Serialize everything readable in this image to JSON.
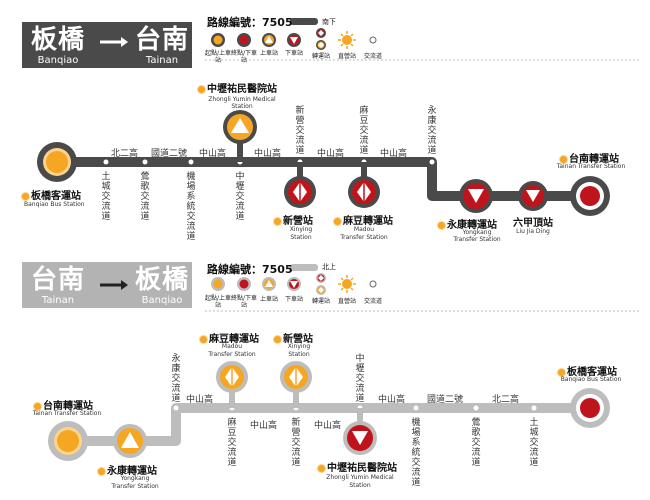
{
  "southbound": {
    "from_zh": "板橋",
    "from_en": "Banqiao",
    "to_zh": "台南",
    "to_en": "Tainan",
    "route_label": "路線編號：7505",
    "direction_tag": "南下",
    "banner_color": "#4a4a4a",
    "line_color": "#4a4a4a"
  },
  "northbound": {
    "from_zh": "台南",
    "from_en": "Tainan",
    "to_zh": "板橋",
    "to_en": "Banqiao",
    "route_label": "路線編號：7505",
    "direction_tag": "北上",
    "banner_color": "#b3b3b3",
    "line_color": "#bdbdbd"
  },
  "legend": {
    "start_end_up": "起點/上車站",
    "start_end_down": "終點/下車站",
    "board": "上車站",
    "alight": "下車站",
    "transfer": "轉運站",
    "direct": "直營站",
    "interchange": "交流道"
  },
  "colors": {
    "orange": "#f5a623",
    "red": "#c0141c",
    "yellow": "#fbd38d"
  },
  "south_stations": {
    "banqiao": {
      "zh": "板橋客運站",
      "en": "Banqiao Bus Station"
    },
    "yumin": {
      "zh": "中壢祐民醫院站",
      "en1": "Zhongli Yumin Medical",
      "en2": "Station"
    },
    "xinying": {
      "zh": "新營站",
      "en1": "Xinying",
      "en2": "Station"
    },
    "madou": {
      "zh": "麻豆轉運站",
      "en1": "Madou",
      "en2": "Transfer Station"
    },
    "yongkang": {
      "zh": "永康轉運站",
      "en1": "Yongkang",
      "en2": "Transfer Station"
    },
    "liujiading": {
      "zh": "六甲頂站",
      "en1": "Liu Jia Ding"
    },
    "tainan": {
      "zh": "台南轉運站",
      "en": "Tainan Transfer Station"
    }
  },
  "south_roads": {
    "beier": "北二高",
    "guodao2": "國道二號",
    "zhongshan": "中山高",
    "tucheng": "土城交流道",
    "yingge": "鶯歌交流道",
    "jichang": "機場系統交流道",
    "zhongli_ic": "中壢交流道",
    "xinying_ic": "新營交流道",
    "madou_ic": "麻豆交流道",
    "yongkang_ic": "永康交流道"
  },
  "north_stations": {
    "tainan": {
      "zh": "台南轉運站",
      "en": "Tainan Transfer Station"
    },
    "yongkang": {
      "zh": "永康轉運站",
      "en1": "Yongkang",
      "en2": "Transfer Station"
    },
    "madou": {
      "zh": "麻豆轉運站",
      "en1": "Madou",
      "en2": "Transfer Station"
    },
    "xinying": {
      "zh": "新營站",
      "en1": "Xinying",
      "en2": "Station"
    },
    "yumin": {
      "zh": "中壢祐民醫院站",
      "en1": "Zhongli Yumin Medical",
      "en2": "Station"
    },
    "banqiao": {
      "zh": "板橋客運站",
      "en": "Banqiao Bus Station"
    }
  },
  "north_roads": {
    "beier": "北二高",
    "guodao2": "國道二號",
    "zhongshan": "中山高",
    "yongkang_ic": "永康交流道",
    "madou_ic": "麻豆交流道",
    "xinying_ic": "新營交流道",
    "zhongli_ic": "中壢交流道",
    "jichang": "機場系統交流道",
    "yingge": "鶯歌交流道",
    "tucheng": "土城交流道"
  }
}
